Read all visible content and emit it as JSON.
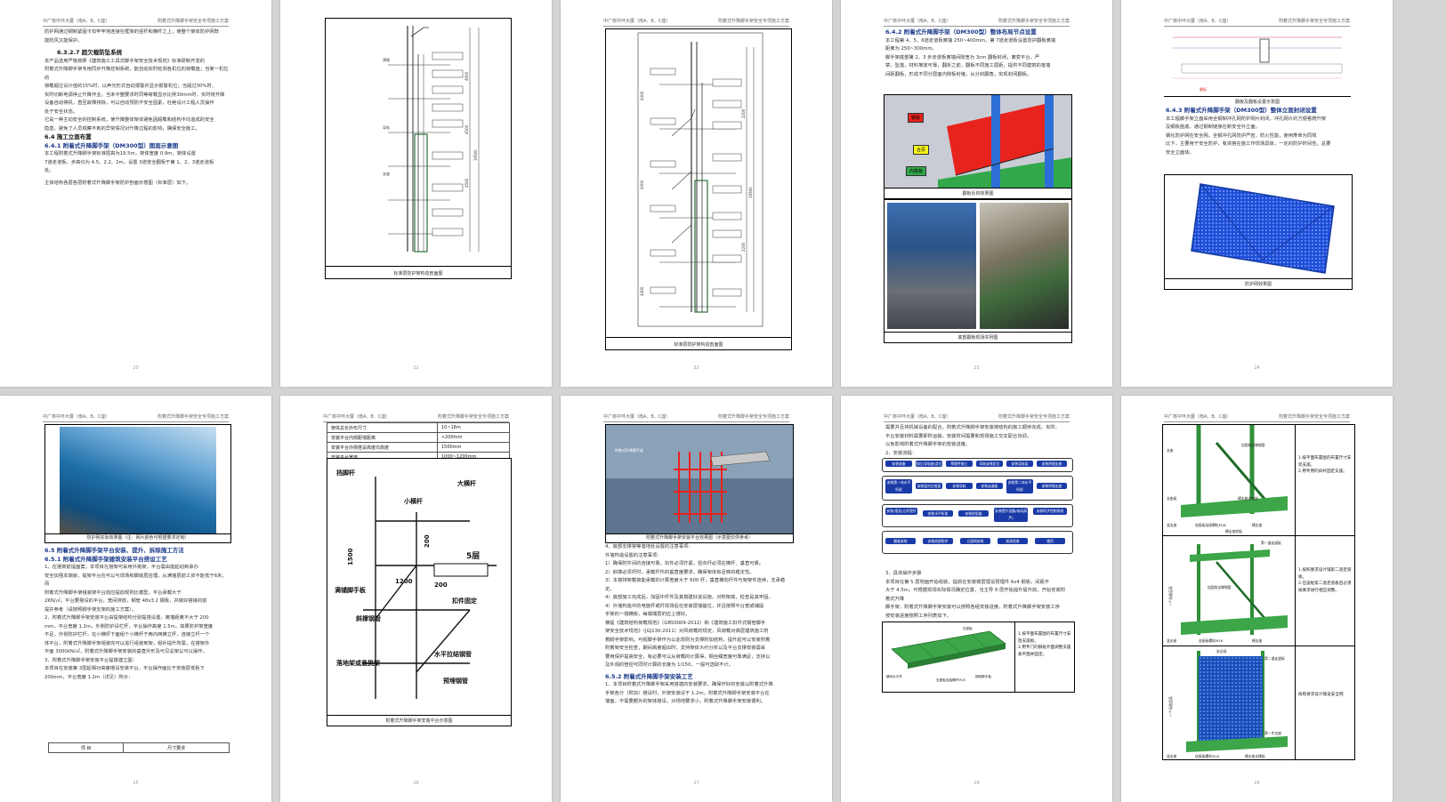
{
  "document": {
    "header_left": "中广核中环大厦（南A、B、C座）",
    "header_right": "附着式升降脚手架安全专项施工方案"
  },
  "pages": [
    {
      "page_no": "20",
      "lines": [
        "防护网通过钢制紧固卡扣牢牢地连接在框架的竖杆和横杆之上，使整个架体防护网既",
        "能防风又能保护。",
        "6.3.2.7 超欠载防坠系统",
        "本产品选用严格按照《建筑施工工具式脚手架安全技术规范》标准研制开发的",
        "附着式升降脚手架专用同步升降控制系统，能自动实时检测各机位的荷载值；当某一机位的",
        "荷载超过设计值的15%时，以声光形式自动报警并显示报警机位；当超过30%时，",
        "实时切断电源停止升降作业，当未平整要求时同等荷载显示比例30mm时，实时将升降",
        "设备自动停机，直至故障排除，可以自动预防不安全因素，杜绝设计工程人员操作",
        "处于安全状态。",
        "它是一种主动安全的控制系统，使升降整体架体避免因超载和结构不均造成的安全",
        "隐患，避免了人员观察不到的异常情况对升降过程的影响，确保安全施工。",
        "6.4 施工立面布置",
        "6.4.1 附着式升降脚手架（DM300型）图面示意图",
        "本工程附着式升降脚手架标准层高为19.5m，架体宽度 0.9m，架体设置",
        "7道走道板，步高均为 4.5、2.2、2m，设置 3道安全翻板于第 1、2、3道走道板",
        "处。",
        "主体结构各层各层附着式升降脚手架防护剖面示意图（标准层）如下。"
      ]
    },
    {
      "page_no": "21",
      "caption": "标准层防护架构造剖面图"
    },
    {
      "page_no": "22",
      "caption": "标准层防护架构造剖面图"
    },
    {
      "page_no": "23",
      "heading": "6.4.2 附着式升降脚手架（DM300型）整体布局节点设置",
      "lines": [
        "本工程第 4、5、6道走道板离墙 250~400mm，第 7道走道板设置防护翻板离墙",
        "距离为 250~300mm。",
        "脚手架底部第 2、3 步走道板离墙间隙宽为 3cm 翻板封闭，离变平台，严",
        "禁、坠落，材料堆放可靠，翻折之前，翻板不同施工层距，提供不同建筑的落墙",
        "间距翻板，形成不同分层面内侧板封堵，从分封翻角，实现封闭翻板。"
      ],
      "fig_labels": [
        "钢板",
        "合页",
        "内挑板"
      ],
      "captions": [
        "翻板反钩效果图",
        "底部翻板现场实例图"
      ]
    },
    {
      "page_no": "24",
      "top_caption": "翻板及翻板设置示意图",
      "heading": "6.4.3 附着式升降脚手架（DM300型）整体立面封闭设置",
      "lines": [
        "本工程脚手架立面采用全钢制冲孔网防护网片封闭，冲孔网片的方便看爬升架",
        "及钢板蓝底，通过钢制链接在新安全外立面。",
        "钢化防护网在安全网，全钢冲孔网防护严密，防火性能，使用寿命为同规",
        "比下，主要用于安全防护，有资格在施工作现场具体，一定的防护时间性。总要",
        "安全立面体。"
      ],
      "caption": "防护网效果图"
    },
    {
      "page_no": "25",
      "caption": "防护网实际效果图（注：网片颜色可根据要求定制）",
      "heading1": "6.5 附着式升降脚手架平台安装、提升、拆除施工方法",
      "heading2": "6.5.1 附着式升降脚手架建筑安装平台搭设工艺",
      "lines": [
        "1、在搭架前提面案，本项目在搭架可采用外挑架，平台需由能起动到承办",
        "安全加强本端就，提架平台在可以与现场和脚底层应理，从满墙层前工资不能低于6米，而",
        "附着式升降脚手架组装架平台前应提前规则比模型，平台承载大于",
        "2KN/㎡，平台要搭设的平台，宽间排放，钢管 48x3.2 钢板，并做好搭接的前",
        "提并参考（请按照脚手架支架的施工方案）。",
        "2、附着式升降脚手架安装平台由提架结构分别提搭设置，离墙距离不大于 200",
        "mm，平台宽度 1.2m，外侧防护设栏杆，平台操作高度 1.5m，如果防护架宽度",
        "不足，外侧防护栏杆，在小横杆下面组个小横杆于两内两横立杆，连接立杆一个",
        "体平台，附着式升降脚手架组装完可以进行组装到架，组补提升所需，在搭架外",
        "平面 3000kN/㎡，附着式升降脚手架安装的垂直外形及可见总架以可以操作，",
        "3、附着式升降脚手架安装平台提搭建立图：",
        "本项目在安装第 3层起相对高度搭设安装平台，平台操作面比于安装层低板下",
        "200mm，平台宽度 1.2m（详见）所示："
      ],
      "table_header": [
        "项    目",
        "尺寸要求"
      ]
    },
    {
      "page_no": "26",
      "table_rows": [
        [
          "架体总长外形尺寸",
          "10~18m"
        ],
        [
          "安装平台内侧距墙距离",
          "<200mm"
        ],
        [
          "安装平台外侧搭设高度均高度",
          "1500mm"
        ],
        [
          "安装平台宽度",
          "1000~1200mm"
        ]
      ],
      "labels": {
        "top_railing": "挡脚杆",
        "top_bar": "大横杆",
        "small_bar": "小横杆",
        "dim_1500": "1500",
        "dim_200": "200",
        "floor": "5层",
        "plank": "满铺脚手板",
        "dim_1200": "1200",
        "dim_200b": "200",
        "clamp": "扣件固定",
        "diag": "斜撑钢管",
        "horiz": "水平拉结钢管",
        "ground": "落地架或悬挑架",
        "brace": "预埋钢管"
      },
      "caption": "附着式升降脚手架安装平台示意图"
    },
    {
      "page_no": "27",
      "photo_caption": "附着式升降脚手架安装平台效果图（示意图仅供参考）",
      "lines": [
        "4、底部支撑架等落地处设置的注意事项：",
        "外墙构造设置的注意事项：",
        "1）确保附件间的连接可靠，扣件必须拧紧，竖向杆必须在横杆、垂直可靠。",
        "2）斜撑必须杆时，承载杆件的垂直度要求，确保架体有足够的稳定性。",
        "3）本搭排架载荷能承载的计算宽度大于 600 杆，垂直横向杆件与架架件连续，支承稳定。",
        "4）底部施工完成后，加固中杆件及其搭建好进设施，对附架底，检查是其牢固。",
        "4）外墙构造中的电施杆或杆现场后在安装层墙基位，并且按照平台宽或铺提",
        "手架的一端横板，每端端层的应上搭好。",
        "横提《建筑结构荷载规范》（GB50009-2012）和《建筑施工扣件式钢管脚手",
        "架安全技术规范》（JGJ130-2011）对风荷载的规定，风荷载对高层建筑施工附",
        "着脚手架影响，可视脚手架作为以此规则为支撑附加结构，提升起可以安装附着",
        "附着架安全检查，期间高度超出时，支持架体大约分析以及平台支撑安装需采",
        "要用保护提高安全，有必要可以从荷载的计算得，钢丝绳宽度可靠满足，支持以",
        "及外观的管控可同时计算的长度为 1/150，一般可选取不计。"
      ],
      "heading": "6.5.2 附着式升降脚手架安装工艺",
      "lines2": [
        "1、本项目附着式升降脚手架采用搭建的安装要求，确保作好的安装以附着式升降",
        "手架各分（附加）搭设时，外架安装设于 1.2m，附着式升降脚手架安装平台在",
        "墙面，不需要额外的架体搭设，对场地要求小，附着式升降脚手架安装便利。"
      ]
    },
    {
      "page_no": "28",
      "lines": [
        "需要并且将机械设备的配合，附着式升降脚手架安装按结构的施工顺序完成，实时、",
        "平台安装材料需要即时运输，安装时间需要和现场施工交叉配合协调，",
        "以免影响附着式升降脚手架的安装进度。",
        "2、安装流程："
      ],
      "flow_row1": [
        "安装准备",
        "机位(导轨座)定位",
        "预埋件施工",
        "导轨安装定位",
        "安装导轨架",
        "安装附墙支座"
      ],
      "flow_row2": [
        "安装第一块水平桁架",
        "安装竖向主框架",
        "安装导轨",
        "安装走道板",
        "安装第二块水平桁架",
        "安装附墙支座"
      ],
      "flow_row3": [
        "安装(搭设)立杆提升",
        "安装水平桁架",
        "安装防坠器",
        "安装提升设备(电动葫芦)",
        "安装同步控制系统"
      ],
      "flow_row4": [
        "翻板安装",
        "安装底部防护",
        "立面网安装",
        "架体验收",
        "使用"
      ],
      "lines2": [
        "3、具体操作步骤",
        "本项目在第 5 层地面开始组装，提前在安装楼层埋设预埋件 6x4 钢板，间距不",
        "大于 4.5m，可根据现场实际情况确定位置，当主导 8 层开始提升提升前，开始安装附着式升降",
        "脚手架，附着式升降脚手架安装可以按照各组安装进度，附着式升降脚手架安装工序",
        "按安装进度按照工序列表如下。"
      ],
      "fig_labels": [
        "支座板",
        "横向水平杆",
        "支座板连接螺杆M16",
        "钢制脚手板"
      ],
      "side_notes": [
        "1.按平面布置图的布置尺寸安放支座板。",
        "2.用专门的钢板外面调整支座板平面并固定。"
      ]
    },
    {
      "page_no": "29",
      "rows": [
        {
          "labels": [
            "支座",
            "加固斜支撑钢管",
            "竖支座",
            "连接板连接螺栓M16",
            "横支座",
            "横支座支撑架",
            "支座板",
            "横支座底板"
          ],
          "note": [
            "1.按平面布置图的布置尺寸安装支座。",
            "2.用专用的斜杆固定支座。"
          ]
        },
        {
          "labels": [
            "第一道走道板",
            "一个标准层高",
            "加固斜支撑钢管",
            "竖支座",
            "连接板螺栓M16",
            "横支座"
          ],
          "note": [
            "1.按照要求设计铺第二道走道板。",
            "2.在竖框第二道走道板后必须按要求进行相应调整。"
          ]
        },
        {
          "labels": [
            "安全网",
            "第二道走道板",
            "一个标准层高",
            "第一步支座",
            "竖支座",
            "连接板螺栓M16",
            "横支座支撑板"
          ],
          "note": [
            "按照要求设计铺设安全网"
          ]
        }
      ]
    }
  ],
  "colors": {
    "page_bg": "#ffffff",
    "viewer_bg": "#d4d4d4",
    "steel_blue": "#2d6fd6",
    "flow_blue": "#1a3aa8",
    "red": "#e8231e",
    "green": "#32a84a"
  }
}
